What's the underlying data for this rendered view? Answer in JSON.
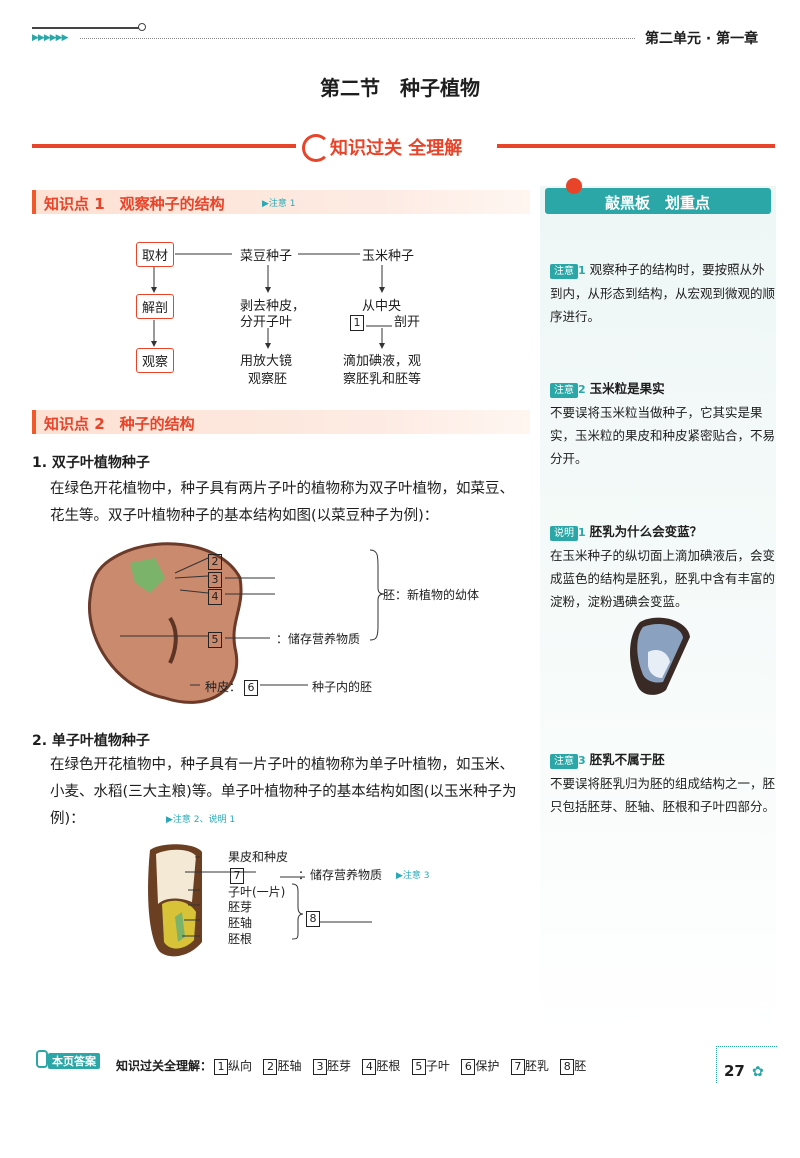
{
  "header": {
    "chapter": "第二单元 · 第一章",
    "section_title": "第二节　种子植物",
    "banner": "知识过关 全理解"
  },
  "kp1": {
    "title": "知识点 1　观察种子的结构",
    "ref": "▶注意 1",
    "flow": {
      "steps": [
        "取材",
        "解剖",
        "观察"
      ],
      "bean_col": [
        "菜豆种子",
        "剥去种皮，",
        "分开子叶",
        "用放大镜",
        "观察胚"
      ],
      "corn_col": [
        "玉米种子",
        "从中央",
        "1",
        "剖开",
        "滴加碘液，观",
        "察胚乳和胚等"
      ]
    }
  },
  "kp2": {
    "title": "知识点 2　种子的结构",
    "dicot": {
      "heading": "1. 双子叶植物种子",
      "text": "在绿色开花植物中，种子具有两片子叶的植物称为双子叶植物，如菜豆、花生等。双子叶植物种子的基本结构如图(以菜豆种子为例)：",
      "labels": [
        "2",
        "3",
        "4",
        "5",
        "6"
      ],
      "embryo_note": "胚：新植物的幼体",
      "storage_note": "：储存营养物质",
      "seedcoat_prefix": "种皮：",
      "seedcoat_note": "种子内的胚"
    },
    "monocot": {
      "heading": "2. 单子叶植物种子",
      "text": "在绿色开花植物中，种子具有一片子叶的植物称为单子叶植物，如玉米、小麦、水稻(三大主粮)等。单子叶植物种子的基本结构如图(以玉米种子为例)：",
      "ref": "▶注意 2、说明 1",
      "labels": {
        "coat": "果皮和种皮",
        "box7": "7",
        "storage": "：储存营养物质",
        "storage_ref": "▶注意 3",
        "cotyledon": "子叶(一片)",
        "plumule": "胚芽",
        "axis": "胚轴",
        "radicle": "胚根",
        "box8": "8"
      }
    }
  },
  "sidebar": {
    "title": "敲黑板　划重点",
    "notes": [
      {
        "tag": "注意",
        "num": "1",
        "title": "",
        "text": "观察种子的结构时，要按照从外到内，从形态到结构，从宏观到微观的顺序进行。"
      },
      {
        "tag": "注意",
        "num": "2",
        "title": "玉米粒是果实",
        "text": "不要误将玉米粒当做种子，它其实是果实，玉米粒的果皮和种皮紧密贴合，不易分开。"
      },
      {
        "tag": "说明",
        "num": "1",
        "title": "胚乳为什么会变蓝？",
        "text": "在玉米种子的纵切面上滴加碘液后，会变成蓝色的结构是胚乳，胚乳中含有丰富的淀粉，淀粉遇碘会变蓝。"
      },
      {
        "tag": "注意",
        "num": "3",
        "title": "胚乳不属于胚",
        "text": "不要误将胚乳归为胚的组成结构之一，胚只包括胚芽、胚轴、胚根和子叶四部分。"
      }
    ]
  },
  "footer": {
    "answer_tag": "本页答案",
    "answer_label": "知识过关全理解：",
    "answers": [
      {
        "n": "1",
        "a": "纵向"
      },
      {
        "n": "2",
        "a": "胚轴"
      },
      {
        "n": "3",
        "a": "胚芽"
      },
      {
        "n": "4",
        "a": "胚根"
      },
      {
        "n": "5",
        "a": "子叶"
      },
      {
        "n": "6",
        "a": "保护"
      },
      {
        "n": "7",
        "a": "胚乳"
      },
      {
        "n": "8",
        "a": "胚"
      }
    ],
    "page_number": "27"
  },
  "colors": {
    "accent_red": "#e8442a",
    "teal": "#2aa7a6",
    "sidebar_bg": "#eef7f6"
  }
}
